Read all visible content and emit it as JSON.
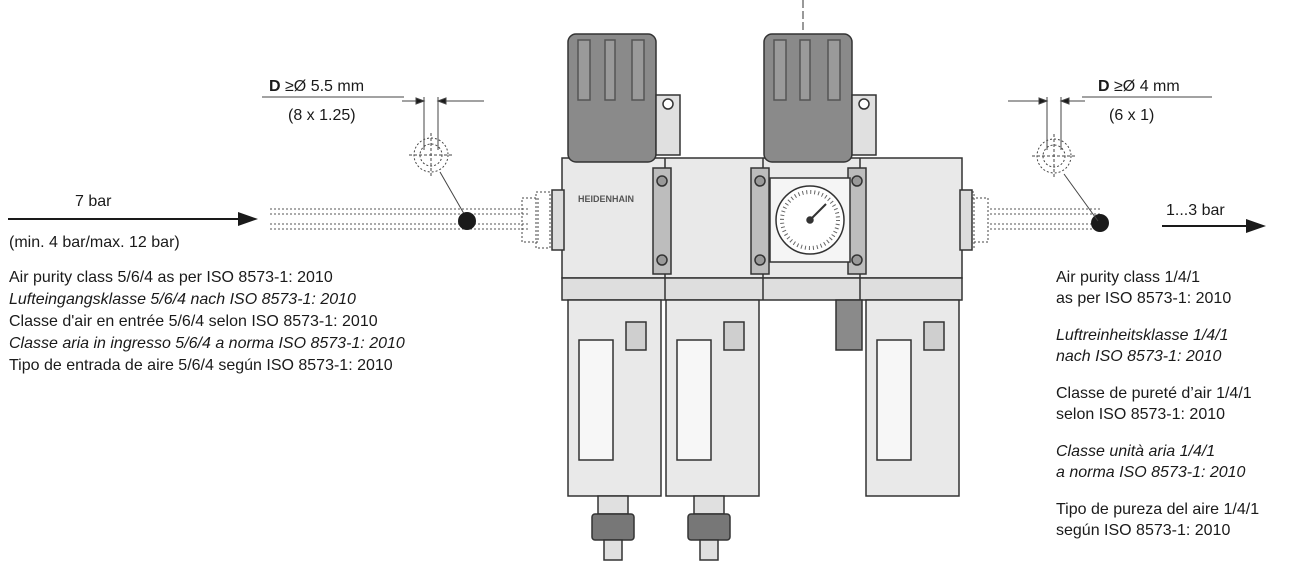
{
  "left": {
    "dim_letter": "D",
    "dim_value": "≥Ø 5.5 mm",
    "dim_sub": "(8 x 1.25)",
    "pressure": "7 bar",
    "pressure_range": "(min. 4 bar/max. 12 bar)",
    "purity_lines": [
      {
        "text": "Air purity class 5/6/4 as per ISO 8573-1: 2010",
        "italic": false
      },
      {
        "text": "Lufteingangsklasse 5/6/4 nach ISO 8573-1: 2010",
        "italic": true
      },
      {
        "text": "Classe d'air en entrée 5/6/4 selon ISO 8573-1: 2010",
        "italic": false
      },
      {
        "text": "Classe aria in ingresso 5/6/4 a norma ISO 8573-1: 2010",
        "italic": true
      },
      {
        "text": "Tipo de entrada de aire 5/6/4 según ISO 8573-1: 2010",
        "italic": false
      }
    ]
  },
  "right": {
    "dim_letter": "D",
    "dim_value": "≥Ø 4 mm",
    "dim_sub": "(6 x 1)",
    "pressure": "1...3 bar",
    "purity_blocks": [
      {
        "lines": [
          "Air purity class 1/4/1",
          "as per ISO 8573-1: 2010"
        ],
        "italic": false
      },
      {
        "lines": [
          "Luftreinheitsklasse 1/4/1",
          "nach ISO 8573-1: 2010"
        ],
        "italic": true
      },
      {
        "lines": [
          "Classe de pureté d’air 1/4/1",
          "selon ISO 8573-1: 2010"
        ],
        "italic": false
      },
      {
        "lines": [
          "Classe unità aria 1/4/1",
          "a norma ISO 8573-1: 2010"
        ],
        "italic": true
      },
      {
        "lines": [
          "Tipo de pureza del aire 1/4/1",
          "según ISO 8573-1: 2010"
        ],
        "italic": false
      }
    ]
  },
  "unit": {
    "brand": "HEIDENHAIN",
    "colors": {
      "body": "#e8e8e8",
      "knob": "#8a8a8a",
      "outline": "#333333",
      "dark": "#1a1a1a"
    }
  }
}
